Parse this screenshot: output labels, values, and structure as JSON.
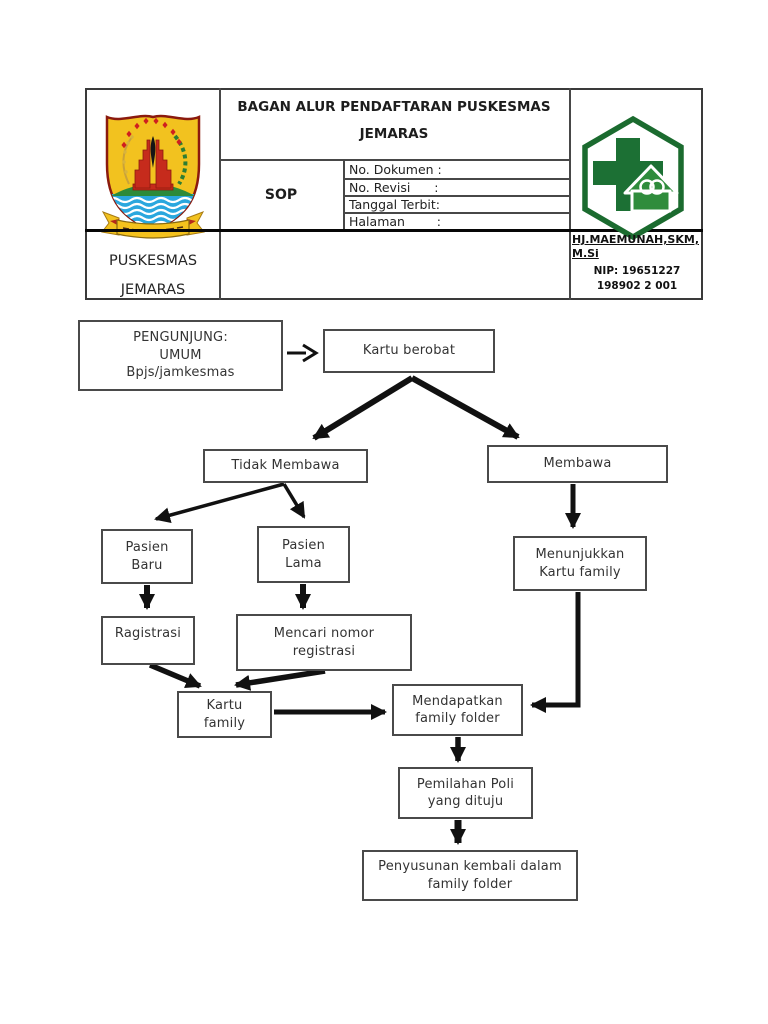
{
  "page": {
    "background": "#ffffff"
  },
  "header": {
    "title": "BAGAN ALUR PENDAFTARAN PUSKESMAS JEMARAS",
    "doc_type": "SOP",
    "fields": [
      "No. Dokumen :",
      "No. Revisi      :",
      "Tanggal Terbit:",
      "Halaman        :"
    ],
    "org_name": "PUSKESMAS\nJEMARAS",
    "approver": {
      "name": "HJ.MAEMUNAH,SKM,M.Si",
      "nip": "NIP: 19651227 198902 2 001"
    },
    "logos": {
      "left": "cirebon-regency-crest",
      "right": "puskesmas-family-health-logo"
    }
  },
  "flowchart": {
    "nodes": {
      "pengunjung": {
        "label": "PENGUNJUNG:\nUMUM\nBpjs/jamkesmas"
      },
      "kartu_berobat": {
        "label": "Kartu berobat"
      },
      "tidak_membawa": {
        "label": "Tidak Membawa"
      },
      "membawa": {
        "label": "Membawa"
      },
      "pasien_baru": {
        "label": "Pasien\nBaru"
      },
      "pasien_lama": {
        "label": "Pasien\nLama"
      },
      "menunjukkan": {
        "label": "Menunjukkan\nKartu family"
      },
      "ragistrasi": {
        "label": "Ragistrasi"
      },
      "mencari_nomor": {
        "label": "Mencari nomor\nregistrasi"
      },
      "kartu_family": {
        "label": "Kartu\nfamily"
      },
      "mendapatkan": {
        "label": "Mendapatkan\nfamily folder"
      },
      "pemilahan": {
        "label": "Pemilahan Poli\nyang dituju"
      },
      "penyusunan": {
        "label": "Penyusunan kembali dalam\nfamily folder"
      }
    },
    "edges": [
      {
        "from": "pengunjung",
        "to": "kartu_berobat"
      },
      {
        "from": "kartu_berobat",
        "to": "tidak_membawa"
      },
      {
        "from": "kartu_berobat",
        "to": "membawa"
      },
      {
        "from": "tidak_membawa",
        "to": "pasien_baru"
      },
      {
        "from": "tidak_membawa",
        "to": "pasien_lama"
      },
      {
        "from": "membawa",
        "to": "menunjukkan"
      },
      {
        "from": "pasien_baru",
        "to": "ragistrasi"
      },
      {
        "from": "pasien_lama",
        "to": "mencari_nomor"
      },
      {
        "from": "ragistrasi",
        "to": "kartu_family"
      },
      {
        "from": "mencari_nomor",
        "to": "kartu_family"
      },
      {
        "from": "kartu_family",
        "to": "mendapatkan"
      },
      {
        "from": "menunjukkan",
        "to": "mendapatkan"
      },
      {
        "from": "mendapatkan",
        "to": "pemilahan"
      },
      {
        "from": "pemilahan",
        "to": "penyusunan"
      }
    ]
  },
  "colors": {
    "box_border": "#4a4a4a",
    "line": "#111111",
    "table_border": "#474747",
    "thick_divider": "#070707",
    "crest_gold": "#f2c21f",
    "crest_red": "#c62b1c",
    "crest_blue": "#2aa7de",
    "crest_green": "#2c8a3a",
    "logo_green_dark": "#1b6b2f",
    "logo_green": "#2f8c3c"
  }
}
